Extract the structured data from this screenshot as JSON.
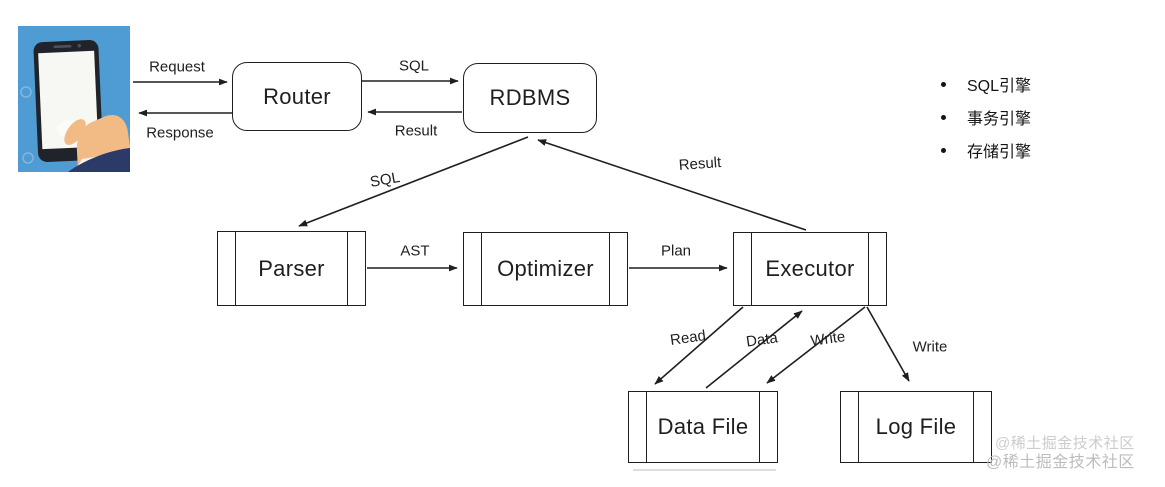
{
  "nodes": {
    "router": {
      "label": "Router"
    },
    "rdbms": {
      "label": "RDBMS"
    },
    "parser": {
      "label": "Parser"
    },
    "optimizer": {
      "label": "Optimizer"
    },
    "executor": {
      "label": "Executor"
    },
    "data_file": {
      "label": "Data File"
    },
    "log_file": {
      "label": "Log File"
    }
  },
  "edges": {
    "request": {
      "label": "Request"
    },
    "response": {
      "label": "Response"
    },
    "sql_top": {
      "label": "SQL"
    },
    "result_top": {
      "label": "Result"
    },
    "sql_diag": {
      "label": "SQL"
    },
    "result_diag": {
      "label": "Result"
    },
    "ast": {
      "label": "AST"
    },
    "plan": {
      "label": "Plan"
    },
    "read": {
      "label": "Read"
    },
    "data": {
      "label": "Data"
    },
    "write_data": {
      "label": "Write"
    },
    "write_log": {
      "label": "Write"
    }
  },
  "legend": {
    "items": [
      "SQL引擎",
      "事务引擎",
      "存储引擎"
    ]
  },
  "watermark": {
    "line1": "@稀土掘金技术社区",
    "line2": "@稀土掘金技术社区"
  },
  "client_illustration": {
    "description": "hand holding smartphone on blue background"
  },
  "colors": {
    "line": "#1f1f1f",
    "illustration_blue": "#4f9bd3",
    "hand_skin": "#f2bb85",
    "sleeve_navy": "#2c3a67",
    "watermark_gray": "#c6c6c6"
  }
}
